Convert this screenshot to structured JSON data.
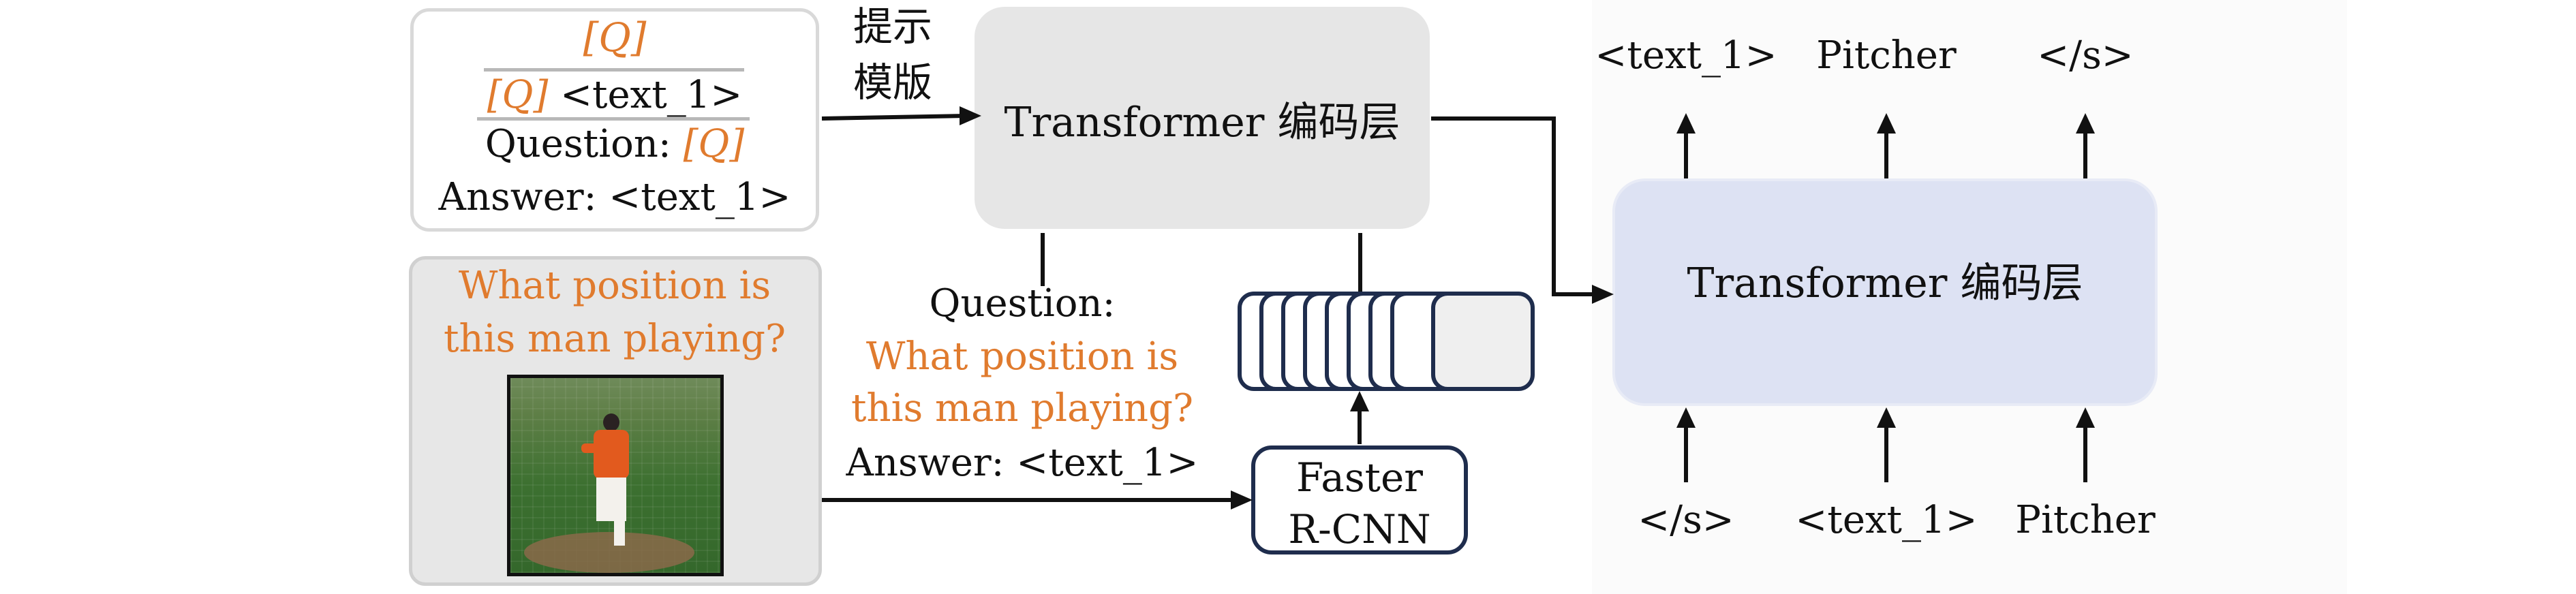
{
  "template_box": {
    "line1": "[Q]",
    "line2_q": "[Q]",
    "line2_tail": "<text_1>",
    "line3_head": "Question:",
    "line3_q": "[Q]",
    "line4": "Answer: <text_1>"
  },
  "prompt_label": {
    "line1": "提示",
    "line2": "模版"
  },
  "encoder_top": {
    "label": "Transformer 编码层"
  },
  "image_box": {
    "question_line1": "What position is",
    "question_line2": "this man playing?"
  },
  "mid_text": {
    "question_label": "Question:",
    "question_line1": "What position is",
    "question_line2": "this man playing?",
    "answer_label": "Answer: <text_1>"
  },
  "rcnn": {
    "line1": "Faster",
    "line2": "R-CNN"
  },
  "decoder": {
    "label": "Transformer 编码层",
    "outputs": [
      "<text_1>",
      "Pitcher",
      "</s>"
    ],
    "inputs": [
      "</s>",
      "<text_1>",
      "Pitcher"
    ]
  },
  "colors": {
    "orange": "#e07b2e",
    "encoder_fill": "#e6e6e6",
    "decoder_fill": "#dde2f3",
    "navy": "#1f2d4d",
    "image_box_fill": "#e7e7e7"
  }
}
